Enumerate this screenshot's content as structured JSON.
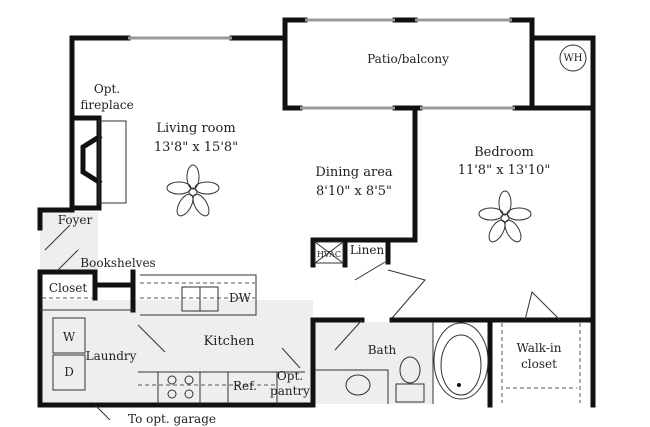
{
  "rooms": {
    "patio": "Patio/balcony",
    "water_heater": "WH",
    "fireplace_1": "Opt.",
    "fireplace_2": "fireplace",
    "living_name": "Living room",
    "living_size": "13'8\" x 15'8\"",
    "dining_name": "Dining area",
    "dining_size": "8'10\" x 8'5\"",
    "bedroom_name": "Bedroom",
    "bedroom_size": "11'8\" x 13'10\"",
    "foyer": "Foyer",
    "bookshelves": "Bookshelves",
    "closet": "Closet",
    "hvac": "HVAC",
    "linen": "Linen",
    "dishwasher": "DW",
    "kitchen": "Kitchen",
    "washer": "W",
    "dryer": "D",
    "laundry": "Laundry",
    "refrigerator": "Ref.",
    "pantry_1": "Opt.",
    "pantry_2": "pantry",
    "bath": "Bath",
    "walkin_1": "Walk-in",
    "walkin_2": "closet",
    "garage": "To opt. garage"
  },
  "colors": {
    "wall": "#111111",
    "tile": "#eeeeee"
  }
}
